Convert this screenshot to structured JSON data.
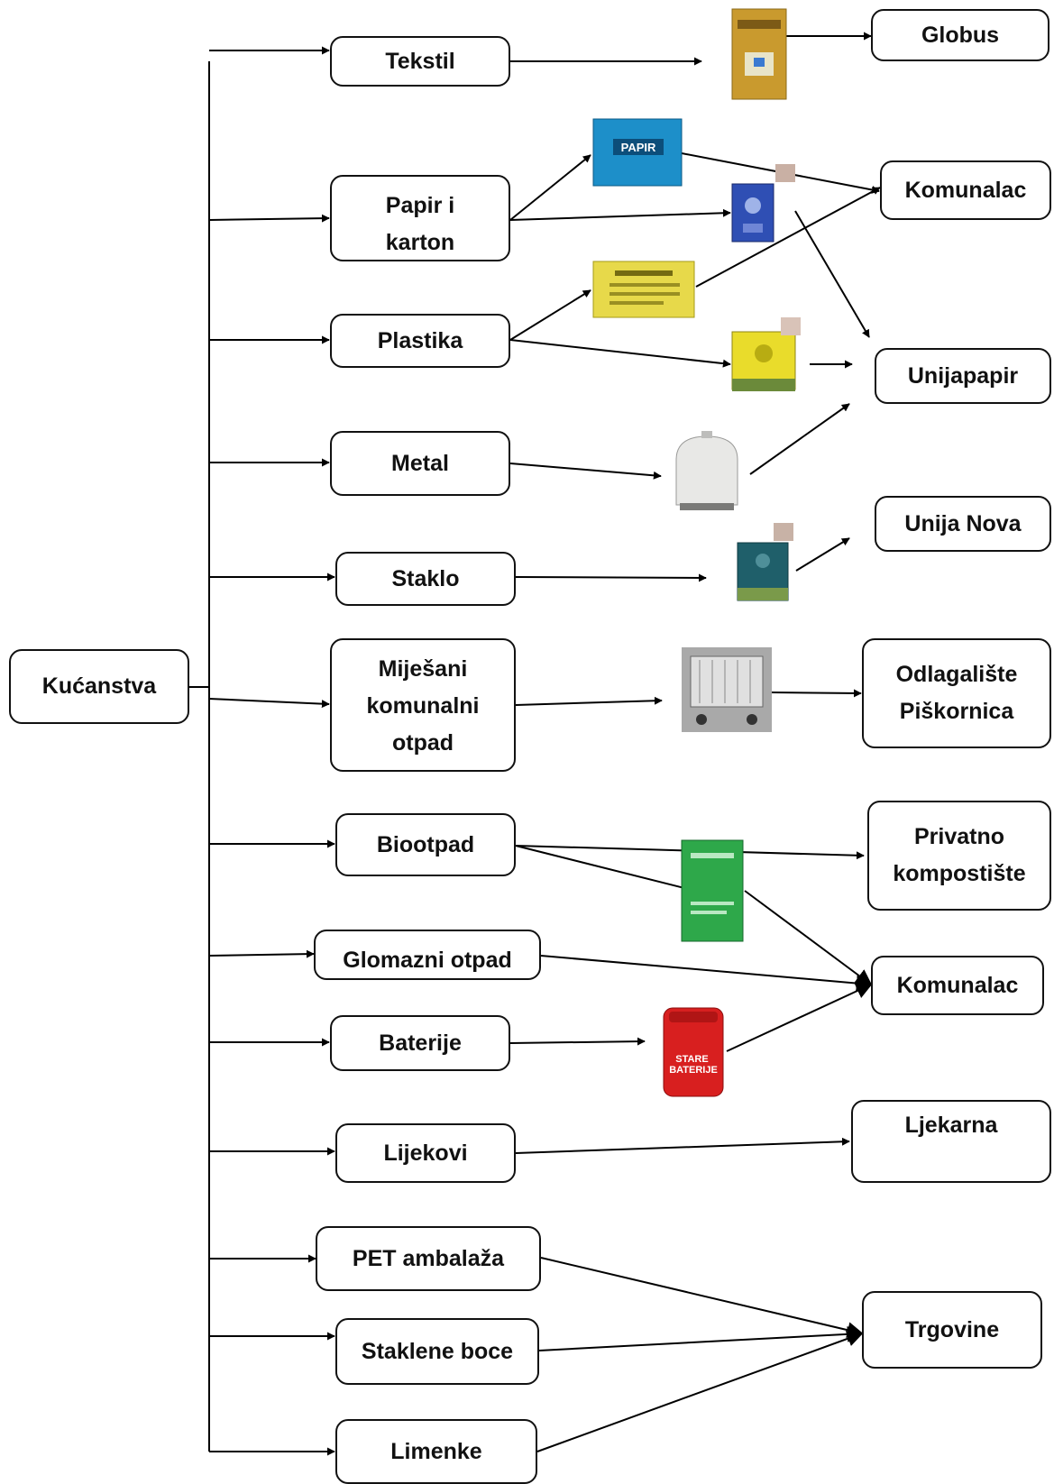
{
  "source": {
    "label": "Kućanstva"
  },
  "categories": {
    "tekstil": "Tekstil",
    "papir": "Papir i\nkarton",
    "plastika": "Plastika",
    "metal": "Metal",
    "staklo": "Staklo",
    "mijesani": "Miješani\nkomunalni\notpad",
    "biootpad": "Biootpad",
    "glomazni": "Glomazni otpad",
    "baterije": "Baterije",
    "lijekovi": "Lijekovi",
    "pet": "PET ambalaža",
    "staklene_boce": "Staklene boce",
    "limenke": "Limenke"
  },
  "containers": {
    "papir_bag_text": "PAPIR",
    "battery_text": "STARE\nBATERIJE"
  },
  "destinations": {
    "globus": "Globus",
    "komunalac_1": "Komunalac",
    "unijapapir": "Unijapapir",
    "unija_nova": "Unija Nova",
    "odlagaliste": "Odlagalište\nPiškornica",
    "kompostiste": "Privatno\nkompostište",
    "komunalac_2": "Komunalac",
    "ljekarna": "Ljekarna",
    "trgovine": "Trgovine"
  }
}
